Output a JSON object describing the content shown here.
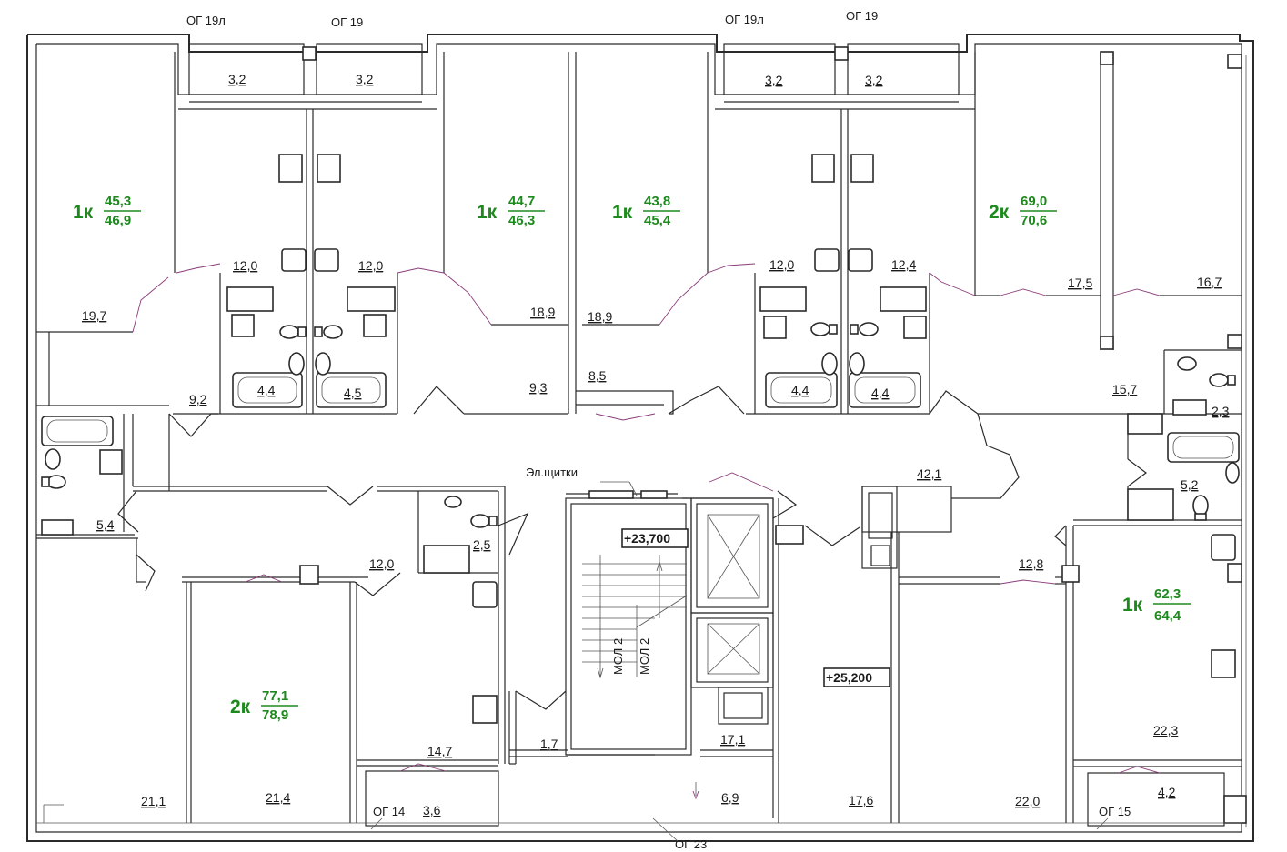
{
  "plan": {
    "balcony_labels": [
      "ОГ 19л",
      "ОГ 19",
      "ОГ 19л",
      "ОГ 19",
      "ОГ 14",
      "ОГ 15",
      "ОГ 23"
    ],
    "stair_label": "МОЛ 2",
    "panel_label": "Эл.щитки",
    "levels": [
      "+23,700",
      "+25,200"
    ],
    "apartments": [
      {
        "type": "1к",
        "living": "45,3",
        "total": "46,9"
      },
      {
        "type": "1к",
        "living": "44,7",
        "total": "46,3"
      },
      {
        "type": "1к",
        "living": "43,8",
        "total": "45,4"
      },
      {
        "type": "2к",
        "living": "69,0",
        "total": "70,6"
      },
      {
        "type": "2к",
        "living": "77,1",
        "total": "78,9"
      },
      {
        "type": "1к",
        "living": "62,3",
        "total": "64,4"
      }
    ],
    "room_areas": [
      "3,2",
      "3,2",
      "3,2",
      "3,2",
      "12,0",
      "12,0",
      "12,0",
      "12,4",
      "19,7",
      "18,9",
      "18,9",
      "17,5",
      "16,7",
      "9,2",
      "4,4",
      "4,5",
      "9,3",
      "8,5",
      "4,4",
      "4,4",
      "15,7",
      "2,3",
      "42,1",
      "5,4",
      "2,5",
      "5,2",
      "12,0",
      "12,8",
      "1,7",
      "17,1",
      "14,7",
      "6,9",
      "21,1",
      "21,4",
      "3,6",
      "17,6",
      "22,0",
      "22,3",
      "4,2"
    ]
  },
  "colors": {
    "apartment_label": "#1e8a1e",
    "walls": "#2a2a2a",
    "door_swing": "#8a3c7a"
  }
}
